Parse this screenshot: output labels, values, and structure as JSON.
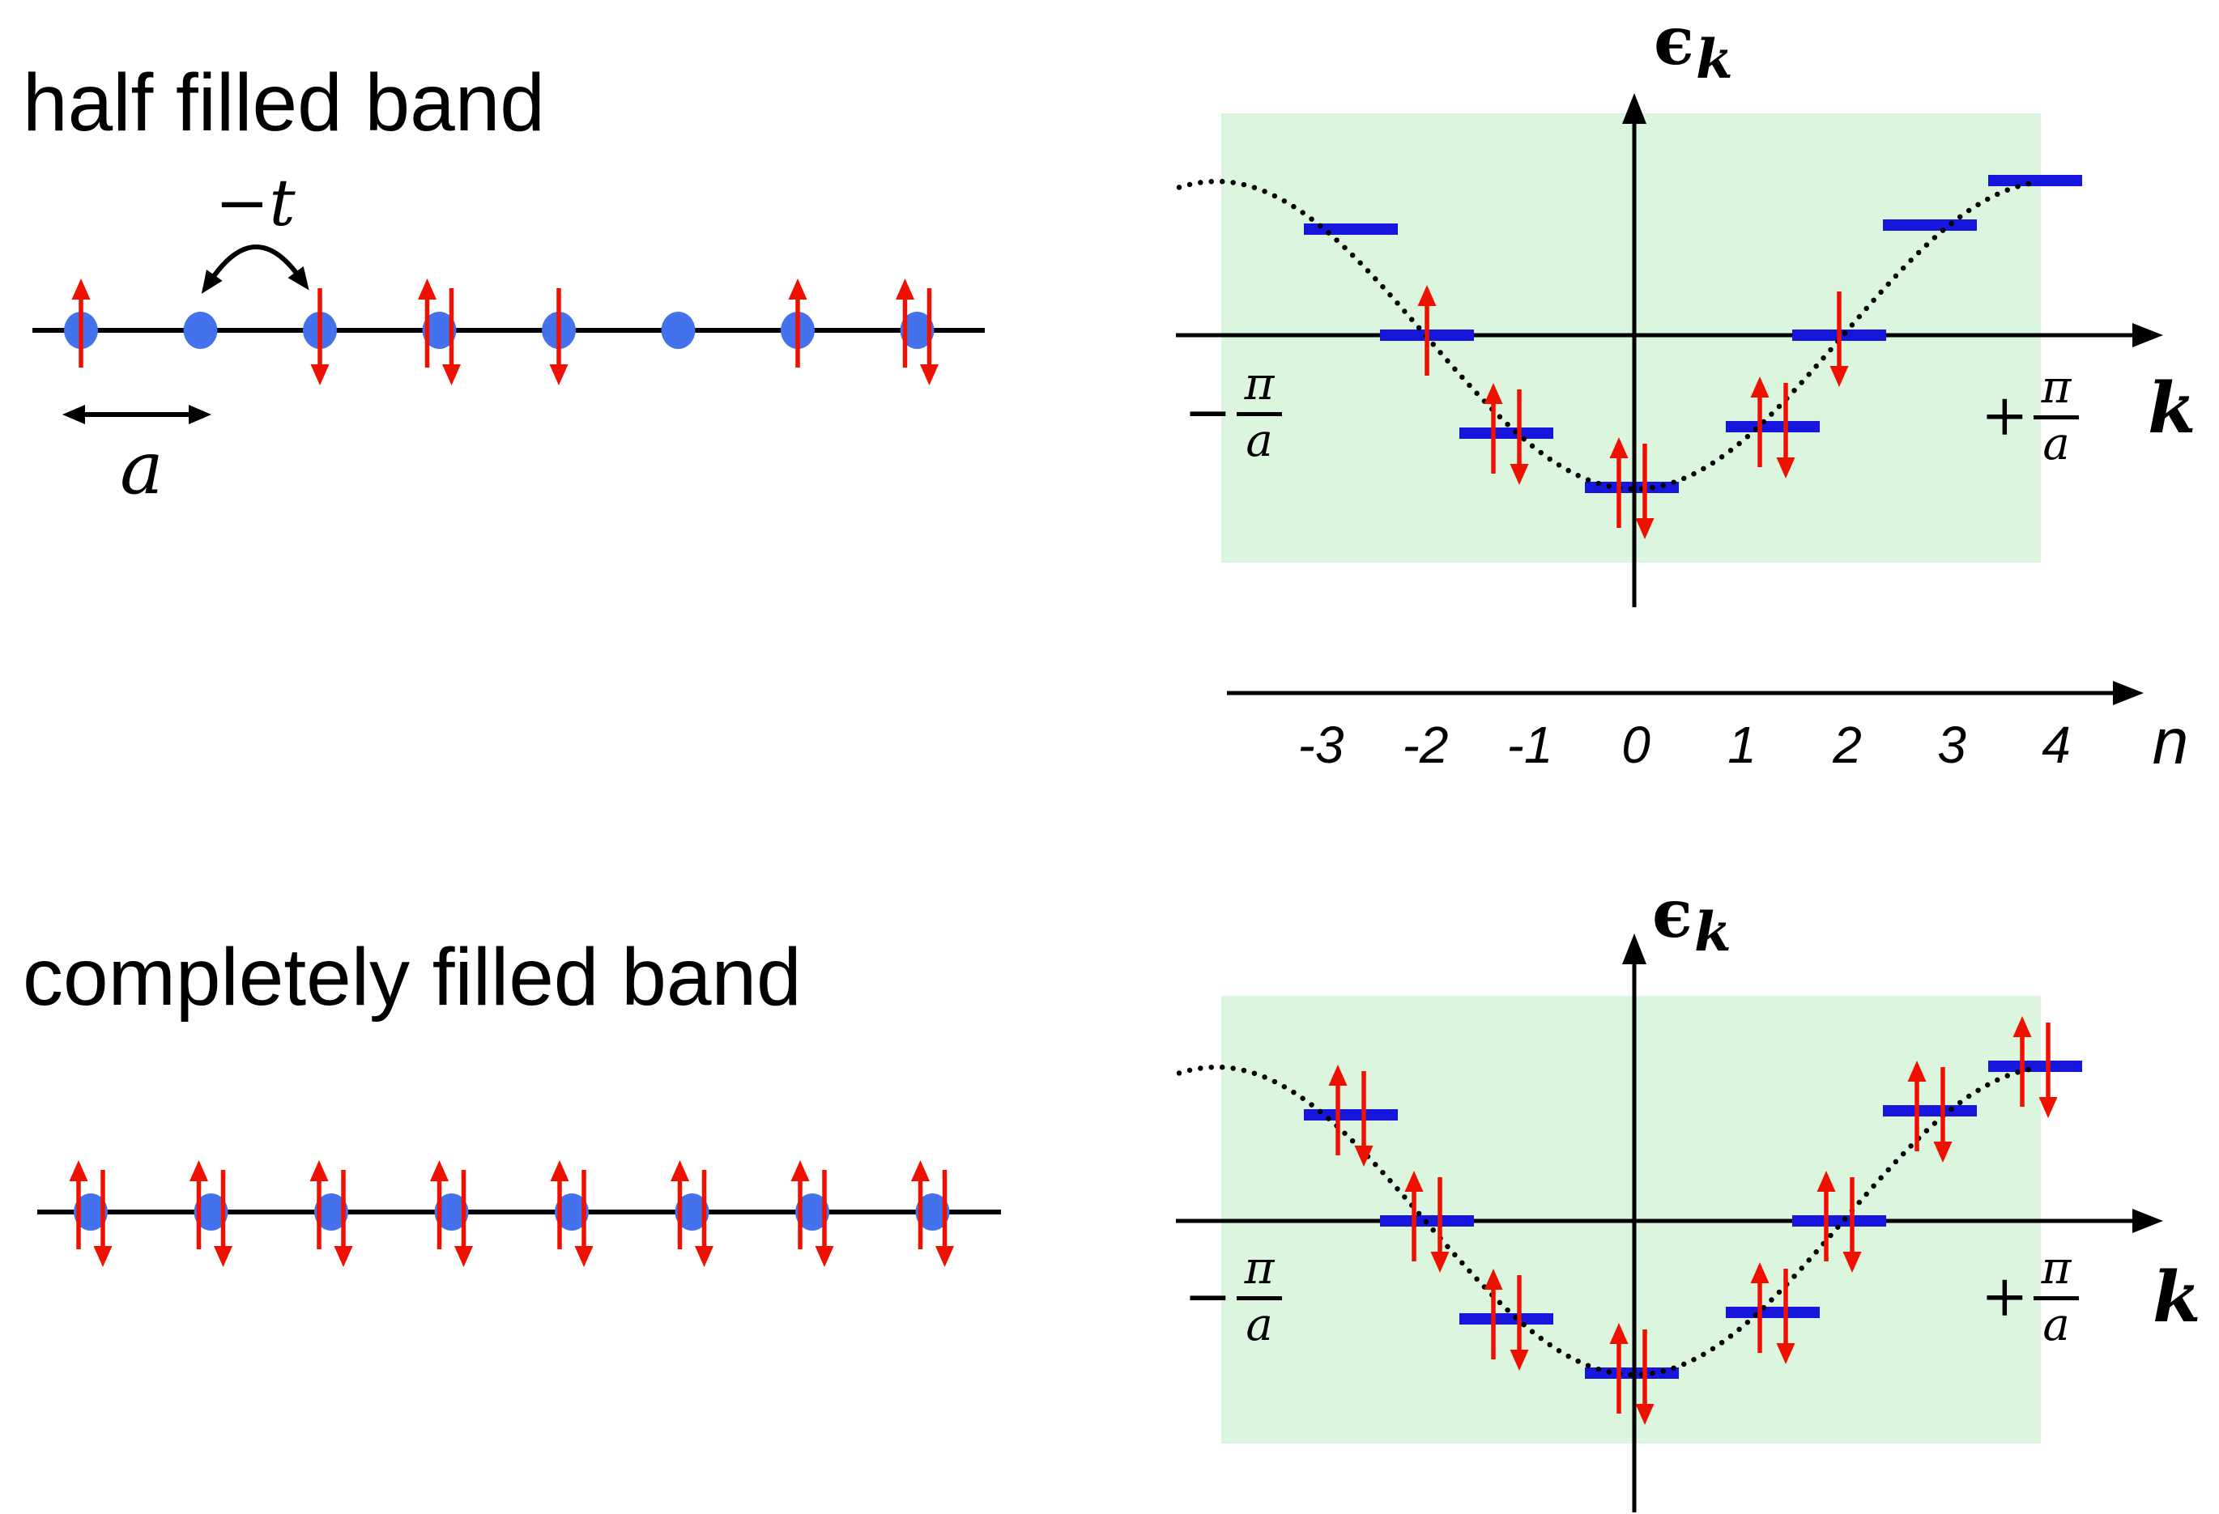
{
  "colors": {
    "background": "#ffffff",
    "atom_blue": "#4372ec",
    "level_blue": "#1616dd",
    "spin_red": "#ee1100",
    "band_shading_green": "#dcf5de",
    "ink_black": "#000000"
  },
  "half_band": {
    "title": "half filled band",
    "hopping_label": "−t",
    "lattice_constant_label": "a",
    "chain_sites": [
      [
        "up"
      ],
      [],
      [
        "down"
      ],
      [
        "up",
        "down"
      ],
      [
        "down"
      ],
      [],
      [
        "up"
      ],
      [
        "up",
        "down"
      ]
    ]
  },
  "full_band": {
    "title": "completely filled band",
    "chain_sites": [
      [
        "up",
        "down"
      ],
      [
        "up",
        "down"
      ],
      [
        "up",
        "down"
      ],
      [
        "up",
        "down"
      ],
      [
        "up",
        "down"
      ],
      [
        "up",
        "down"
      ],
      [
        "up",
        "down"
      ],
      [
        "up",
        "down"
      ]
    ]
  },
  "chart_data": [
    {
      "type": "line",
      "name": "half filled band dispersion",
      "ylabel": "ϵk",
      "ylabel_parts": {
        "base": "ϵ",
        "sub": "k"
      },
      "xlabel": "k",
      "x_edge_labels": {
        "left": {
          "sign": "−",
          "num": "π",
          "den": "a"
        },
        "right": {
          "sign": "+",
          "num": "π",
          "den": "a"
        }
      },
      "dispersion_relation": "ε(k) ∝ −cos(ka)",
      "curve_style": "dotted",
      "xlim": [
        "-π/a",
        "+π/a"
      ],
      "levels": [
        {
          "n": -3,
          "energy": 0.71,
          "electrons": []
        },
        {
          "n": -2,
          "energy": 0.0,
          "electrons": [
            "up"
          ]
        },
        {
          "n": -1,
          "energy": -0.71,
          "electrons": [
            "up",
            "down"
          ]
        },
        {
          "n": 0,
          "energy": -1.0,
          "electrons": [
            "up",
            "down"
          ]
        },
        {
          "n": 1,
          "energy": -0.71,
          "electrons": [
            "up",
            "down"
          ]
        },
        {
          "n": 2,
          "energy": 0.0,
          "electrons": [
            "down"
          ]
        },
        {
          "n": 3,
          "energy": 0.71,
          "electrons": []
        },
        {
          "n": 4,
          "energy": 1.0,
          "electrons": []
        }
      ],
      "n_axis": {
        "tick_labels": [
          "-3",
          "-2",
          "-1",
          "0",
          "1",
          "2",
          "3",
          "4"
        ],
        "label": "n"
      }
    },
    {
      "type": "line",
      "name": "completely filled band dispersion",
      "ylabel": "ϵk",
      "ylabel_parts": {
        "base": "ϵ",
        "sub": "k"
      },
      "xlabel": "k",
      "x_edge_labels": {
        "left": {
          "sign": "−",
          "num": "π",
          "den": "a"
        },
        "right": {
          "sign": "+",
          "num": "π",
          "den": "a"
        }
      },
      "dispersion_relation": "ε(k) ∝ −cos(ka)",
      "curve_style": "dotted",
      "xlim": [
        "-π/a",
        "+π/a"
      ],
      "levels": [
        {
          "n": -3,
          "energy": 0.71,
          "electrons": [
            "up",
            "down"
          ]
        },
        {
          "n": -2,
          "energy": 0.0,
          "electrons": [
            "up",
            "down"
          ]
        },
        {
          "n": -1,
          "energy": -0.71,
          "electrons": [
            "up",
            "down"
          ]
        },
        {
          "n": 0,
          "energy": -1.0,
          "electrons": [
            "up",
            "down"
          ]
        },
        {
          "n": 1,
          "energy": -0.71,
          "electrons": [
            "up",
            "down"
          ]
        },
        {
          "n": 2,
          "energy": 0.0,
          "electrons": [
            "up",
            "down"
          ]
        },
        {
          "n": 3,
          "energy": 0.71,
          "electrons": [
            "up",
            "down"
          ]
        },
        {
          "n": 4,
          "energy": 1.0,
          "electrons": [
            "up",
            "down"
          ]
        }
      ],
      "n_axis": null
    }
  ]
}
